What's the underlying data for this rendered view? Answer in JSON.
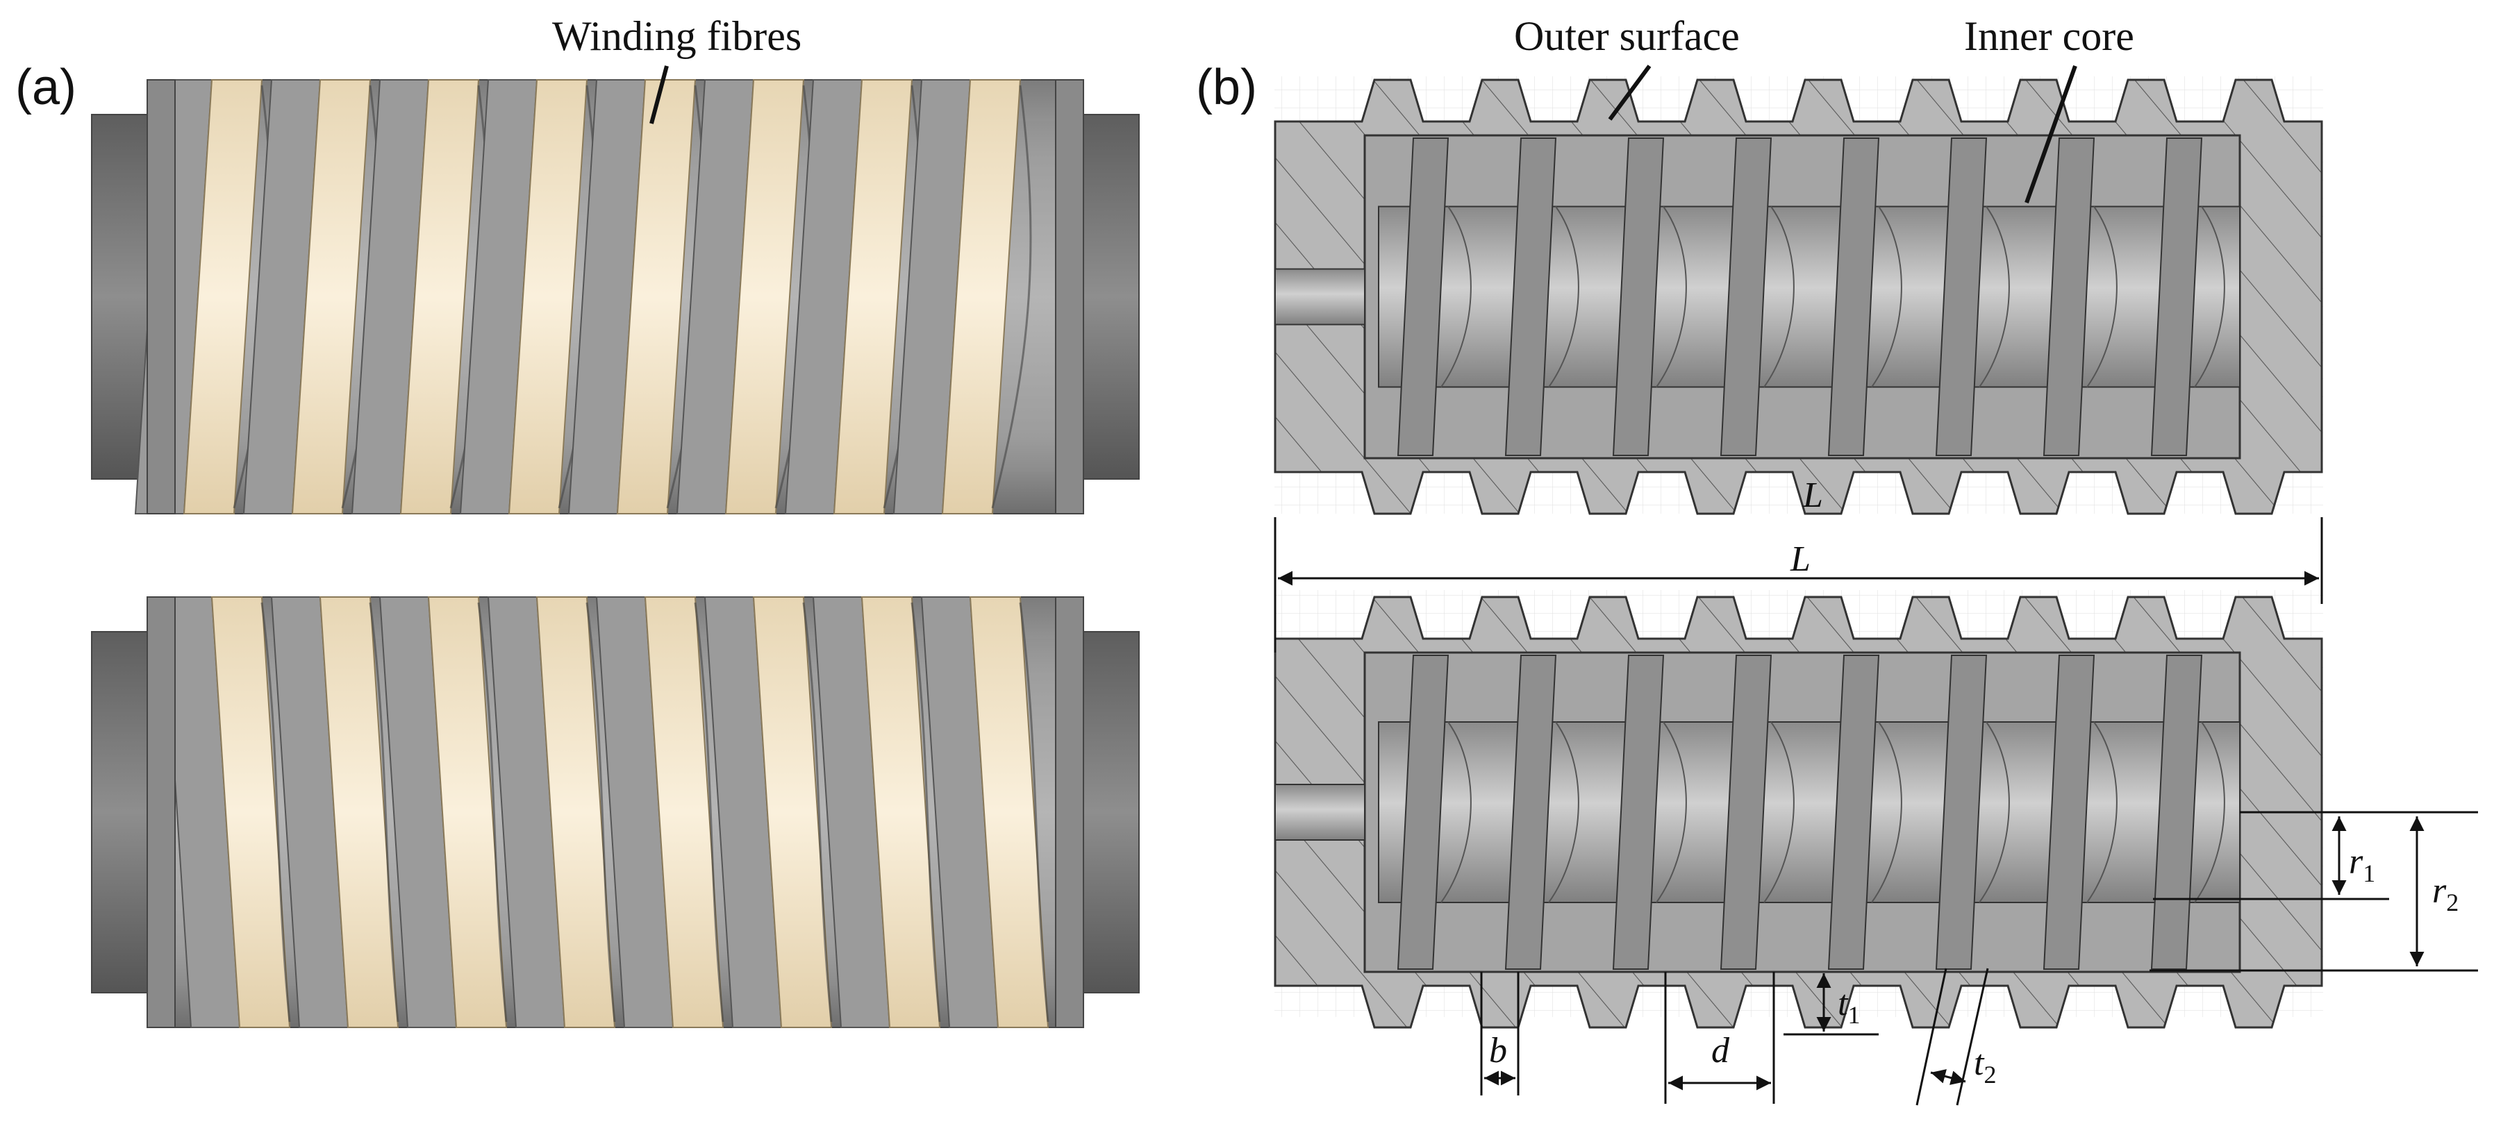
{
  "figure": {
    "panel_a": {
      "label": "(a)",
      "callout": "Winding fibres"
    },
    "panel_b": {
      "label": "(b)",
      "callout_outer": "Outer surface",
      "callout_inner": "Inner core",
      "ghost_label": "L",
      "dimensions": {
        "L": "L",
        "b": "b",
        "d": "d",
        "t1": "t",
        "t1_sub": "1",
        "t2": "t",
        "t2_sub": "2",
        "r1": "r",
        "r1_sub": "1",
        "r2": "r",
        "r2_sub": "2"
      }
    }
  },
  "colors": {
    "metal_light": "#bdbdbd",
    "metal_mid": "#9a9a9a",
    "metal_dark": "#6f6f6f",
    "fibre": "#f2e4c8",
    "section_fill": "#b4b4b4",
    "hatch": "#555555",
    "line": "#111111"
  }
}
